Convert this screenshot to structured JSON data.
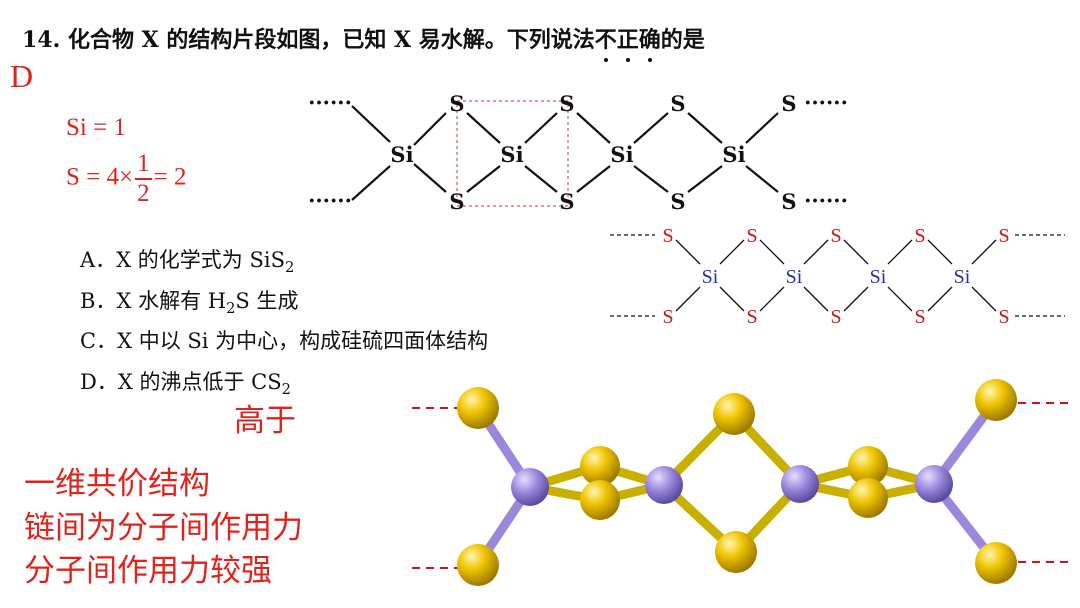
{
  "question": {
    "number": "14.",
    "stem_before": "化合物 X 的结构片段如图，已知 X 易水解。下列说法",
    "stem_emph_chars": [
      "不",
      "正",
      "确"
    ],
    "stem_after": "的是"
  },
  "answer": "D",
  "calculation": {
    "line1": "Si = 1",
    "line2_prefix": "S = 4×",
    "frac_num": "1",
    "frac_den": "2",
    "line2_suffix": "= 2"
  },
  "options": [
    {
      "letter": "A．",
      "text_before": "X 的化学式为 SiS",
      "sub": "2",
      "text_after": ""
    },
    {
      "letter": "B．",
      "text_before": "X 水解有 H",
      "sub": "2",
      "text_after": "S 生成"
    },
    {
      "letter": "C．",
      "text_before": "X 中以 Si 为中心，构成硅硫四面体结构",
      "sub": "",
      "text_after": ""
    },
    {
      "letter": "D．",
      "text_before": "X 的沸点低于 CS",
      "sub": "2",
      "text_after": ""
    }
  ],
  "notes": {
    "gao_yu": "高于",
    "line1": "一维共价结构",
    "line2": "链间为分子间作用力",
    "line3": "分子间作用力较强"
  },
  "diagram1": {
    "atom_si": "Si",
    "atom_s": "S",
    "dots": "······"
  },
  "diagram2": {
    "atom_si": "Si",
    "atom_s": "S",
    "color_si": "#1f2fb5",
    "color_s": "#d01414"
  },
  "diagram3": {
    "color_si": "#9b88dd",
    "color_s": "#f0c000",
    "color_dash": "#d01414"
  }
}
